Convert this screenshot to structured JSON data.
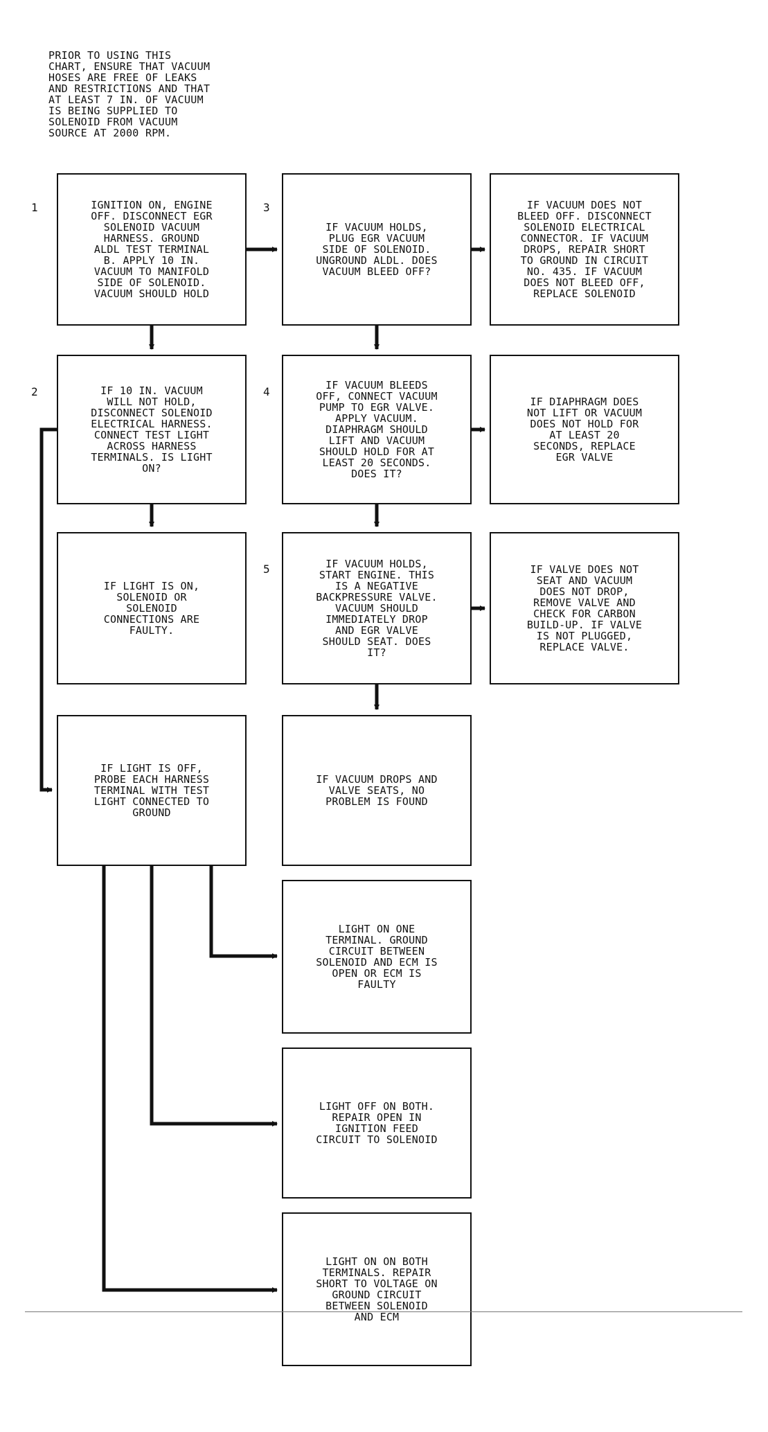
{
  "intro": "PRIOR TO USING THIS\nCHART, ENSURE THAT VACUUM\nHOSES ARE FREE OF LEAKS\nAND RESTRICTIONS AND THAT\nAT LEAST 7 IN. OF VACUUM\nIS BEING SUPPLIED TO\nSOLENOID FROM VACUUM\nSOURCE AT 2000 RPM.",
  "steps": {
    "s1": "1",
    "s2": "2",
    "s3": "3",
    "s4": "4",
    "s5": "5"
  },
  "boxes": {
    "b1": "IGNITION ON, ENGINE\nOFF. DISCONNECT EGR\nSOLENOID VACUUM\nHARNESS. GROUND\nALDL TEST TERMINAL\nB. APPLY 10 IN.\nVACUUM TO MANIFOLD\nSIDE OF SOLENOID.\nVACUUM SHOULD HOLD",
    "b3": "IF VACUUM HOLDS,\nPLUG EGR VACUUM\nSIDE OF SOLENOID.\nUNGROUND ALDL. DOES\nVACUUM BLEED OFF?",
    "b3r": "IF VACUUM DOES NOT\nBLEED OFF. DISCONNECT\nSOLENOID ELECTRICAL\nCONNECTOR. IF VACUUM\nDROPS, REPAIR SHORT\nTO GROUND IN CIRCUIT\nNO. 435. IF VACUUM\nDOES NOT BLEED OFF,\nREPLACE SOLENOID",
    "b2": "IF 10 IN. VACUUM\nWILL NOT HOLD,\nDISCONNECT SOLENOID\nELECTRICAL HARNESS.\nCONNECT TEST LIGHT\nACROSS HARNESS\nTERMINALS. IS LIGHT\nON?",
    "b4": "IF VACUUM BLEEDS\nOFF, CONNECT VACUUM\nPUMP TO EGR VALVE.\nAPPLY VACUUM.\nDIAPHRAGM SHOULD\nLIFT AND VACUUM\nSHOULD HOLD FOR AT\nLEAST 20 SECONDS.\nDOES IT?",
    "b4r": "IF DIAPHRAGM DOES\nNOT LIFT OR VACUUM\nDOES NOT HOLD FOR\nAT LEAST 20\nSECONDS, REPLACE\nEGR VALVE",
    "b2d": "IF LIGHT IS ON,\nSOLENOID OR\nSOLENOID\nCONNECTIONS ARE\nFAULTY.",
    "b5": "IF VACUUM HOLDS,\nSTART ENGINE. THIS\nIS A NEGATIVE\nBACKPRESSURE VALVE.\nVACUUM SHOULD\nIMMEDIATELY DROP\nAND EGR VALVE\nSHOULD SEAT. DOES\nIT?",
    "b5r": "IF VALVE DOES NOT\nSEAT AND VACUUM\nDOES NOT DROP,\nREMOVE VALVE AND\nCHECK FOR CARBON\nBUILD-UP. IF VALVE\nIS NOT PLUGGED,\nREPLACE VALVE.",
    "b6": "IF LIGHT IS OFF,\nPROBE EACH HARNESS\nTERMINAL WITH TEST\nLIGHT CONNECTED TO\nGROUND",
    "b5d": "IF VACUUM DROPS AND\nVALVE SEATS, NO\nPROBLEM IS FOUND",
    "c1": "LIGHT ON ONE\nTERMINAL. GROUND\nCIRCUIT BETWEEN\nSOLENOID AND ECM IS\nOPEN OR ECM IS\nFAULTY",
    "c2": "LIGHT OFF ON BOTH.\nREPAIR OPEN IN\nIGNITION FEED\nCIRCUIT TO SOLENOID",
    "c3": "LIGHT ON ON BOTH\nTERMINALS. REPAIR\nSHORT TO VOLTAGE ON\nGROUND CIRCUIT\nBETWEEN SOLENOID\nAND ECM"
  }
}
